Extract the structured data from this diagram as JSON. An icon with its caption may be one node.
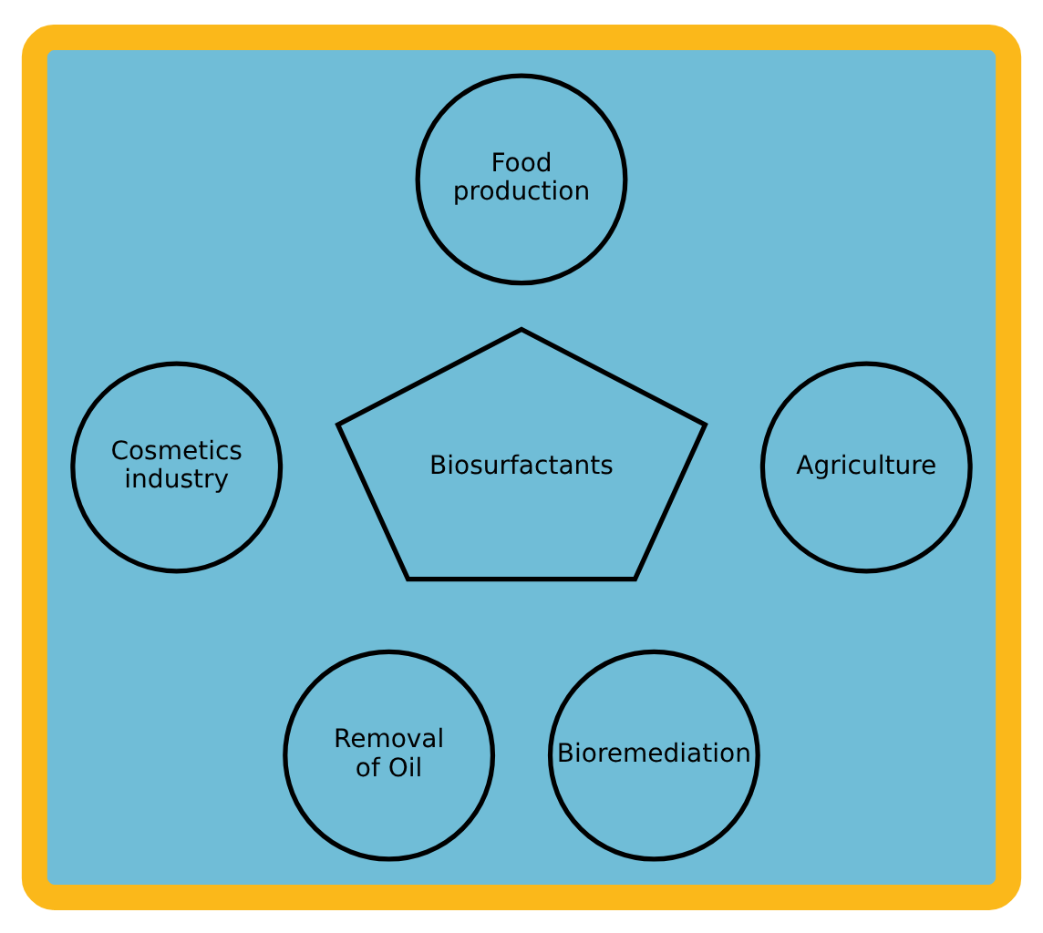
{
  "diagram": {
    "nodes": [
      {
        "text": [],
        "shape": "box"
      },
      {
        "text": [
          "Food production"
        ],
        "in": 0
      },
      {
        "text": [
          "Cosmetics industry"
        ],
        "in": 0
      },
      {
        "text": [
          "Agriculture"
        ],
        "in": 0
      },
      {
        "text": [
          "Biosurfactants"
        ],
        "in": 0
      },
      {
        "text": [
          "Removal of Oil"
        ],
        "in": 0
      },
      {
        "text": [
          "Bioremediation"
        ],
        "in": 0
      }
    ]
  }
}
